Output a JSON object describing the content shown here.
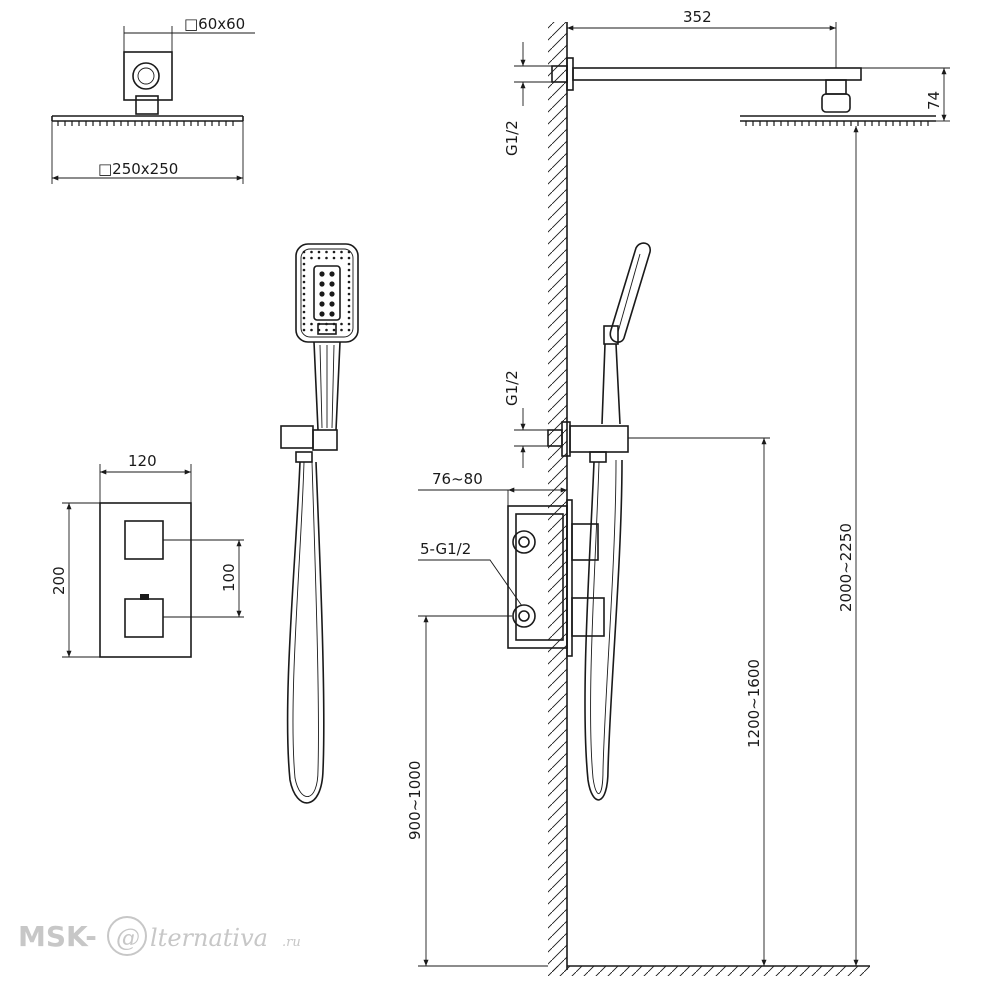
{
  "dimensions": {
    "head_mount": "□60x60",
    "head_size": "□250x250",
    "arm_length": "352",
    "head_height": "74",
    "thread_top": "G1/2",
    "thread_mid": "G1/2",
    "wall_depth": "76~80",
    "box_ports": "5-G1/2",
    "panel_width": "120",
    "panel_height": "200",
    "knob_spacing": "100",
    "overhead_height": "2000~2250",
    "holder_height": "1200~1600",
    "valve_height": "900~1000"
  },
  "watermark": {
    "brand_left": "MSK-",
    "brand_glyph": "@",
    "brand_right": "lternativa",
    "brand_tld": ".ru"
  }
}
